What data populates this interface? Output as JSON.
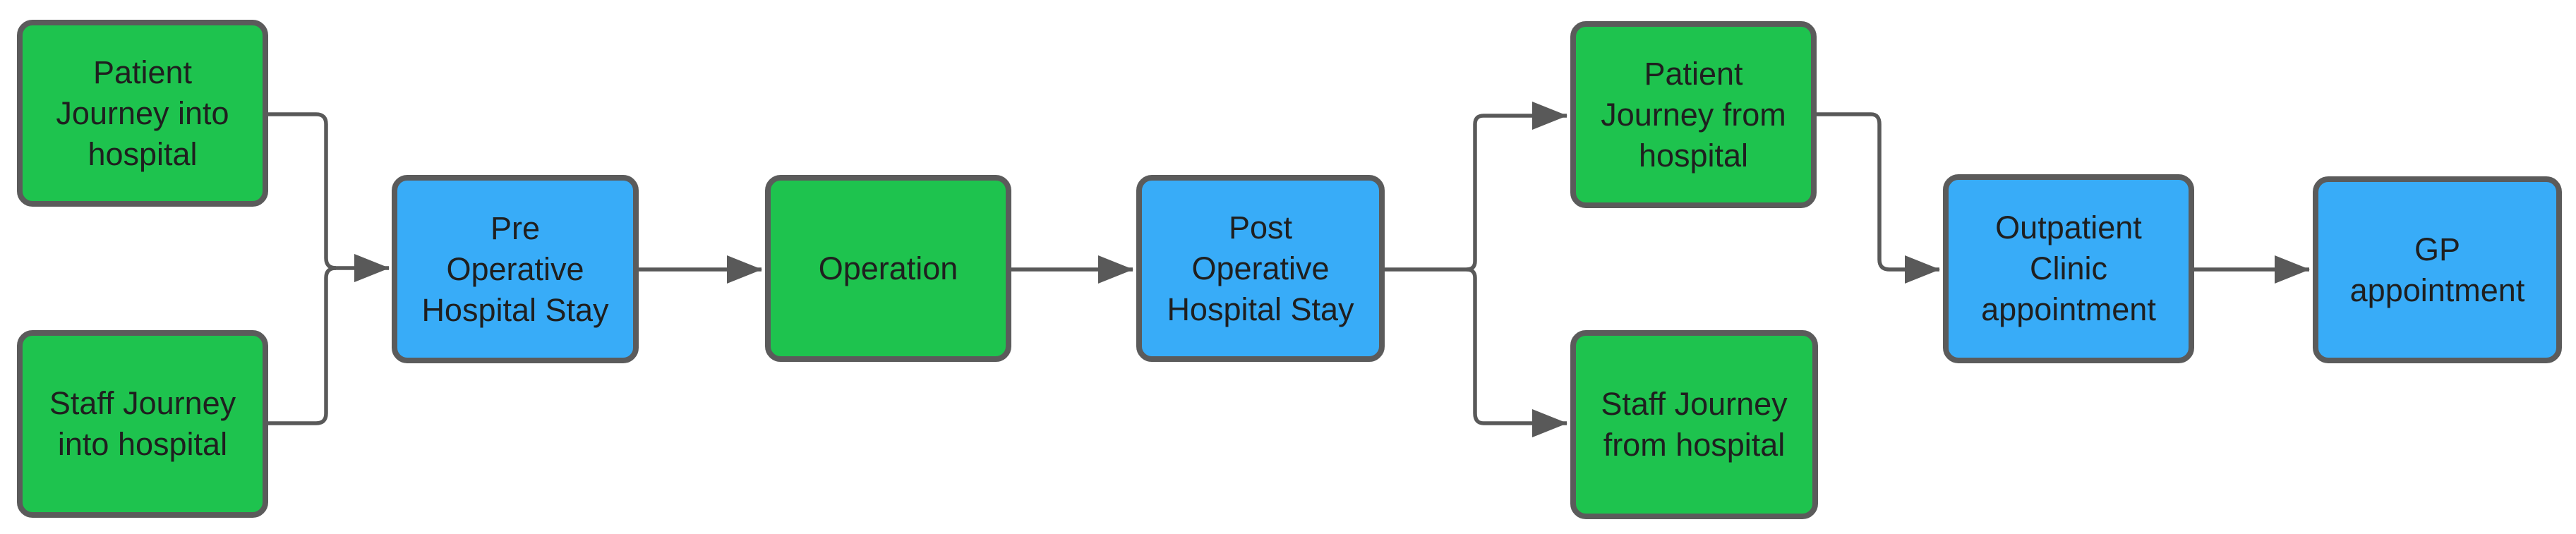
{
  "colors": {
    "green": "#1EC34E",
    "blue": "#38ACF8",
    "border": "#5B5B5B",
    "wire": "#595959",
    "text": "#1F1F1F"
  },
  "nodes": [
    {
      "id": "patient-journey-into-hospital",
      "label": "Patient\nJourney into\nhospital",
      "color": "green"
    },
    {
      "id": "staff-journey-into-hospital",
      "label": "Staff Journey\ninto hospital",
      "color": "green"
    },
    {
      "id": "pre-operative-hospital-stay",
      "label": "Pre\nOperative\nHospital Stay",
      "color": "blue"
    },
    {
      "id": "operation",
      "label": "Operation",
      "color": "green"
    },
    {
      "id": "post-operative-hospital-stay",
      "label": "Post\nOperative\nHospital Stay",
      "color": "blue"
    },
    {
      "id": "patient-journey-from-hospital",
      "label": "Patient\nJourney from\nhospital",
      "color": "green"
    },
    {
      "id": "staff-journey-from-hospital",
      "label": "Staff Journey\nfrom hospital",
      "color": "green"
    },
    {
      "id": "outpatient-clinic-appointment",
      "label": "Outpatient\nClinic\nappointment",
      "color": "blue"
    },
    {
      "id": "gp-appointment",
      "label": "GP\nappointment",
      "color": "blue"
    }
  ]
}
